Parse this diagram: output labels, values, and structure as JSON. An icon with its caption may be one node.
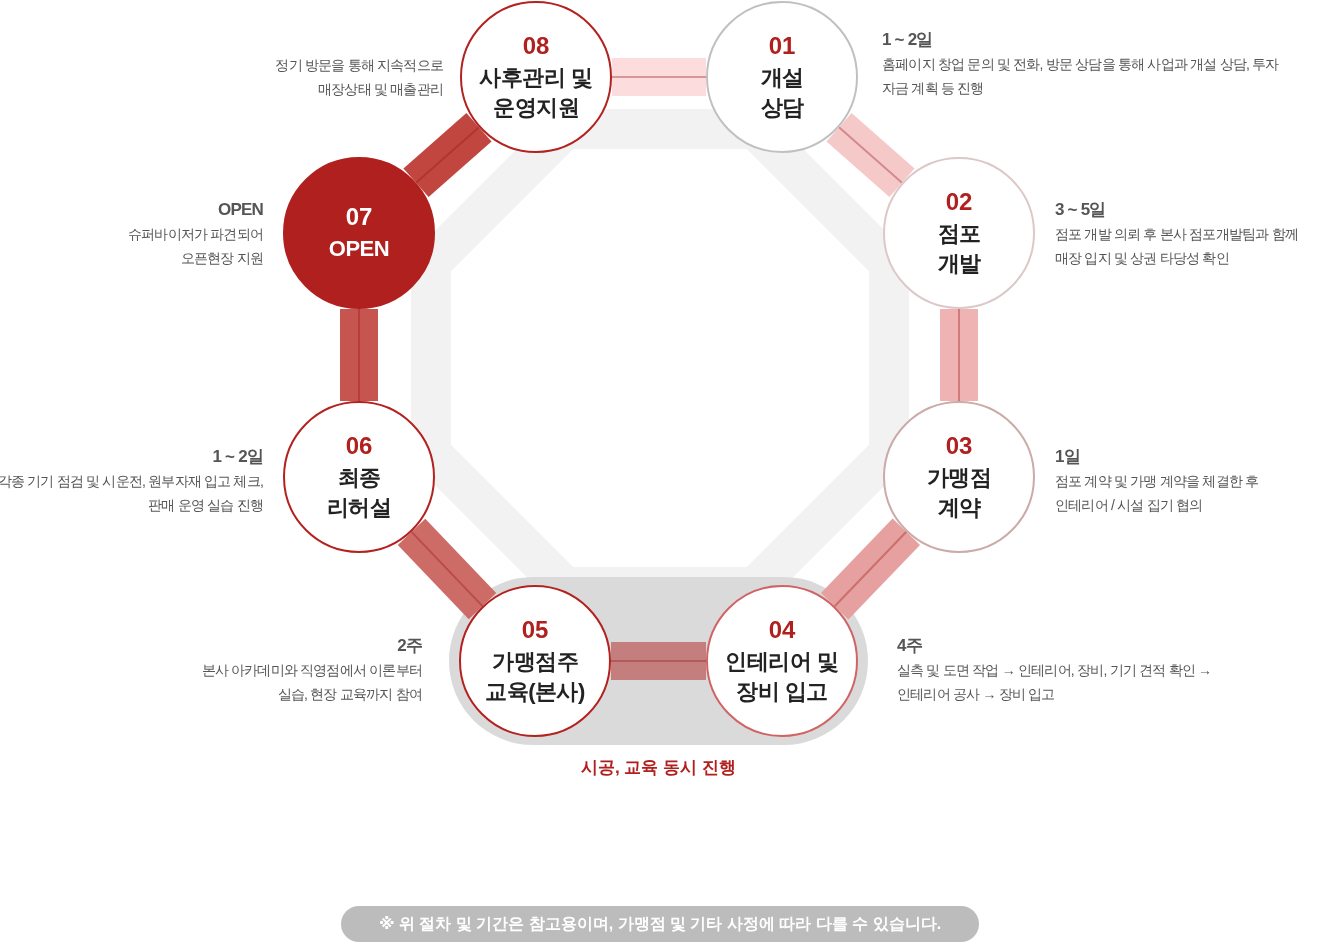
{
  "diagram": {
    "nodes": [
      {
        "text": [
          "01",
          "개설 상담"
        ],
        "beside": [
          "1 ~ 2일",
          "홈페이지 창업 문의 및 전화, 방문 상담을 통해 사업과 개설 상담, 투자 자금 계획 등 진행"
        ]
      },
      {
        "text": [
          "02",
          "점포 개발"
        ],
        "beside": [
          "3 ~ 5일",
          "점포 개발 의뢰 후 본사 점포개발팀과 함께 매장 입지 및 상권 타당성 확인"
        ]
      },
      {
        "text": [
          "03",
          "가맹점 계약"
        ],
        "beside": [
          "1일",
          "점포 계약 및 가맹 계약을 체결한 후 인테리어 / 시설 집기 협의"
        ]
      },
      {
        "text": [
          "시공, 교육 동시 진행"
        ]
      },
      {
        "text": [
          "04",
          "인테리어 및 장비 입고"
        ],
        "in": 3,
        "beside": [
          "4주",
          "실측 및 도면 작업 → 인테리어, 장비, 기기 견적 확인 → 인테리어 공사 → 장비 입고"
        ]
      },
      {
        "text": [
          "05",
          "가맹점주 교육(본사)"
        ],
        "in": 3,
        "beside": [
          "2주",
          "본사 아카데미와 직영점에서 이론부터 실습, 현장 교육까지 참여"
        ]
      },
      {
        "text": [
          "06",
          "최종 리허설"
        ],
        "beside": [
          "1 ~ 2일",
          "각종 기기 점검 및 시운전, 원부자재 입고 체크, 판매 운영 실습 진행"
        ]
      },
      {
        "text": [
          "07",
          "OPEN"
        ],
        "beside": [
          "OPEN",
          "슈퍼바이저가 파견되어 오픈현장 지원"
        ]
      },
      {
        "text": [
          "08",
          "사후관리 및 운영지원"
        ],
        "beside": [
          "정기 방문을 통해 지속적으로 매장상태 및 매출관리"
        ]
      },
      {
        "text": [
          "※ 위 절차 및 기간은 참고용이며, 가맹점 및 기타 사정에 따라 다를 수 있습니다."
        ]
      }
    ],
    "edges": [
      {
        "from": 0,
        "to": 1,
        "arrow": "none",
        "color": "#f6c9c9"
      },
      {
        "from": 1,
        "to": 2,
        "arrow": "none",
        "color": "#efb3b3"
      },
      {
        "from": 2,
        "to": 4,
        "arrow": "none",
        "color": "#e5a09f"
      },
      {
        "from": 4,
        "to": 5,
        "arrow": "none",
        "color": "#c47e7e"
      },
      {
        "from": 5,
        "to": 6,
        "arrow": "none",
        "color": "#cd6b66"
      },
      {
        "from": 6,
        "to": 7,
        "arrow": "none",
        "color": "#c65550"
      },
      {
        "from": 7,
        "to": 8,
        "arrow": "none",
        "color": "#c0463f"
      },
      {
        "from": 8,
        "to": 0,
        "arrow": "none",
        "color": "#fcdcdc"
      }
    ]
  }
}
